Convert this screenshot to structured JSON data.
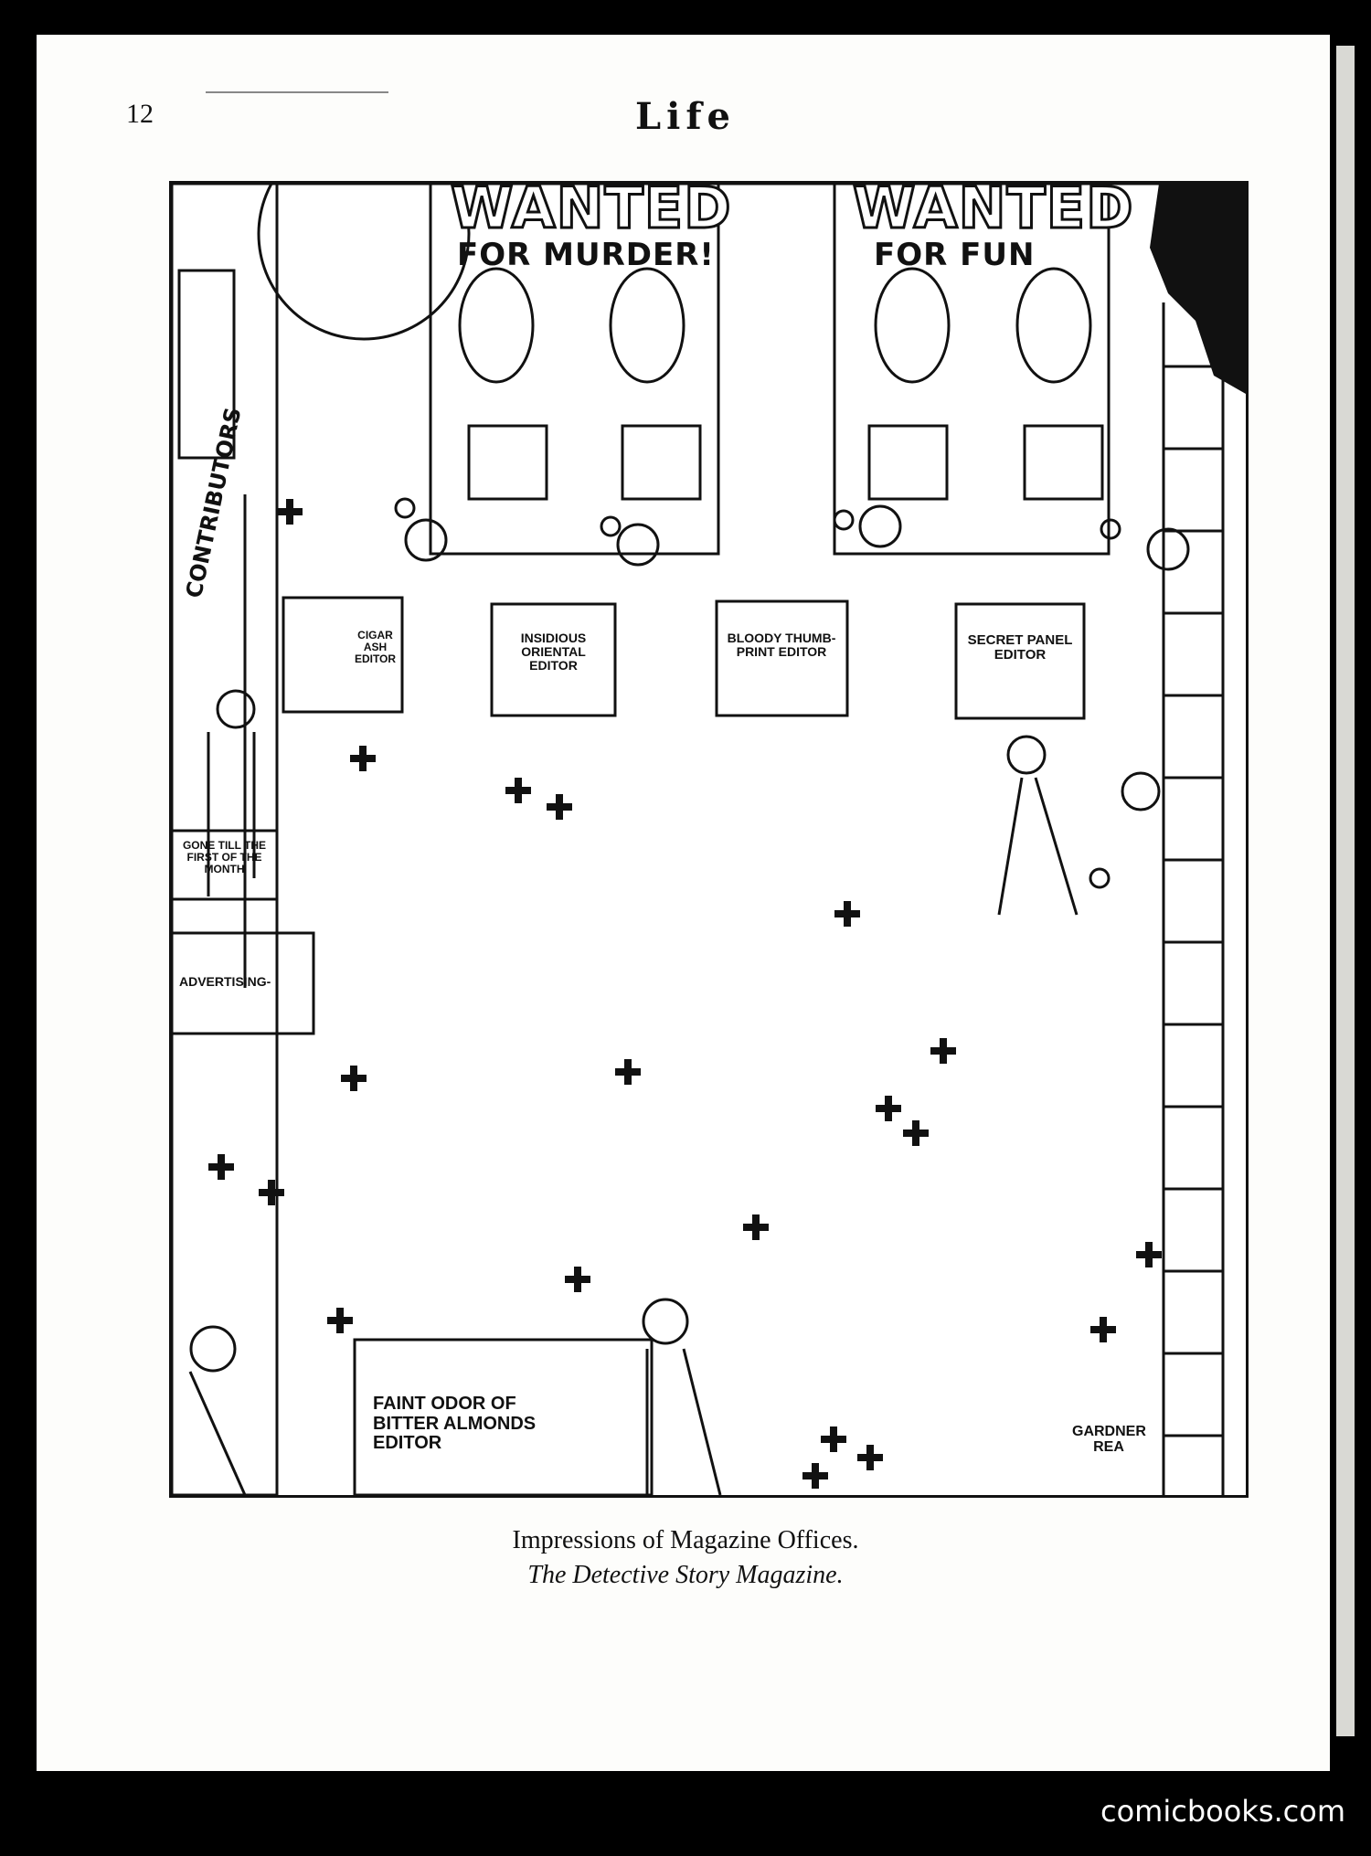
{
  "page": {
    "number": "12",
    "masthead": "Life"
  },
  "cartoon": {
    "posters": [
      {
        "title": "WANTED",
        "subtitle": "FOR MURDER!"
      },
      {
        "title": "WANTED",
        "subtitle": "FOR FUN"
      }
    ],
    "side_sign": "CONTRIBUTORS",
    "desks": [
      {
        "label": "CIGAR ASH EDITOR"
      },
      {
        "label": "INSIDIOUS ORIENTAL EDITOR"
      },
      {
        "label": "BLOODY THUMB-PRINT EDITOR"
      },
      {
        "label": "SECRET PANEL EDITOR"
      }
    ],
    "gone_sign": "GONE TILL THE FIRST OF THE MONTH",
    "advertising_sign": "ADVERTISING-",
    "bottom_desk": "FAINT ODOR OF BITTER ALMONDS EDITOR",
    "signature_line1": "GARDNER",
    "signature_line2": "REA"
  },
  "caption": {
    "line1": "Impressions of Magazine Offices.",
    "line2": "The Detective Story Magazine."
  },
  "watermark": "comicbooks.com",
  "icons": [
    "cross-footprint-icon",
    "magnifying-glass-icon",
    "ladder-icon"
  ]
}
